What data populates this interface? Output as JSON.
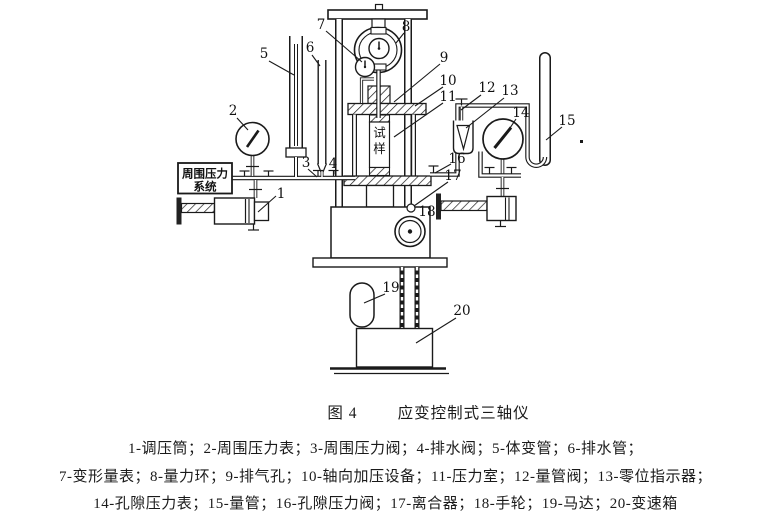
{
  "figure": {
    "number": "图 4",
    "title": "应变控制式三轴仪",
    "legend_lines": [
      "1-调压筒；2-周围压力表；3-周围压力阀；4-排水阀；5-体变管；6-排水管；",
      "7-变形量表；8-量力环；9-排气孔；10-轴向加压设备；11-压力室；12-量管阀；13-零位指示器；",
      "14-孔隙压力表；15-量管；16-孔隙压力阀；17-离合器；18-手轮；19-马达；20-变速箱"
    ]
  },
  "diagram": {
    "pressure_system_box": {
      "line1": "周围压力",
      "line2": "系统"
    },
    "specimen": {
      "char1": "试",
      "char2": "样"
    },
    "part_numbers": {
      "p1": "1",
      "p2": "2",
      "p3": "3",
      "p4": "4",
      "p5": "5",
      "p6": "6",
      "p7": "7",
      "p8": "8",
      "p9": "9",
      "p10": "10",
      "p11": "11",
      "p12": "12",
      "p13": "13",
      "p14": "14",
      "p15": "15",
      "p16": "16",
      "p17": "17",
      "p18": "18",
      "p19": "19",
      "p20": "20"
    }
  },
  "colors": {
    "ink": "#1a1a1a",
    "paper": "#ffffff"
  }
}
